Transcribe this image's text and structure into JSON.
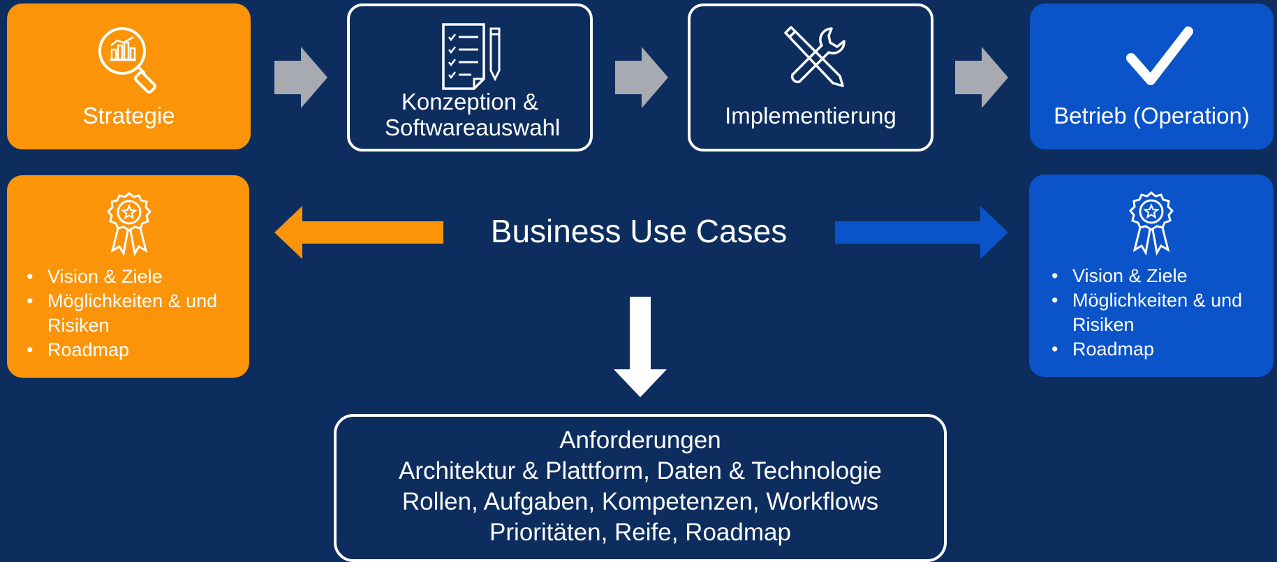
{
  "steps": [
    {
      "label": "Strategie",
      "icon": "strategy-analytics-icon"
    },
    {
      "label": "Konzeption & Softwareauswahl",
      "icon": "checklist-icon"
    },
    {
      "label": "Implementierung",
      "icon": "tools-icon"
    },
    {
      "label": "Betrieb (Operation)",
      "icon": "checkmark-icon"
    }
  ],
  "left_card": {
    "icon": "award-badge-icon",
    "bullets": [
      "Vision & Ziele",
      "Möglichkeiten & und Risiken",
      "Roadmap"
    ]
  },
  "right_card": {
    "icon": "award-badge-icon",
    "bullets": [
      "Vision & Ziele",
      "Möglichkeiten & und Risiken",
      "Roadmap"
    ]
  },
  "center_title": "Business Use Cases",
  "requirements": {
    "lines": [
      "Anforderungen",
      "Architektur & Plattform, Daten & Technologie",
      "Rollen, Aufgaben, Kompetenzen, Workflows",
      "Prioritäten, Reife, Roadmap"
    ]
  },
  "colors": {
    "background": "#0c2d5e",
    "orange": "#fb9409",
    "blue": "#0b53c9",
    "gray_arrow": "#a7aab0",
    "white": "#ffffff"
  }
}
